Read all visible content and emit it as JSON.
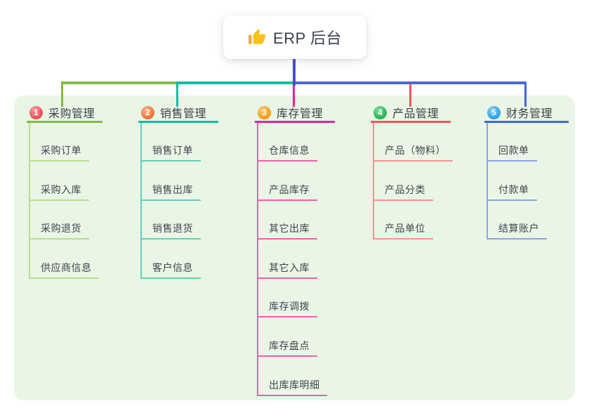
{
  "root": {
    "label": "ERP 后台",
    "icon": "thumbs-up-icon"
  },
  "connector_colors": {
    "root_line": "#4754c9",
    "bus_left": "#82bb47",
    "bus_mid": "#15bca4",
    "bus_right": "#4b69d4"
  },
  "panel_color": "#e9f6e5",
  "branches": [
    {
      "num": "1",
      "label": "采购管理",
      "badge_color": "#f15661",
      "line_color": "#82bb47",
      "child_line_color": "#b9dc92",
      "children": [
        "采购订单",
        "采购入库",
        "采购退货",
        "供应商信息"
      ]
    },
    {
      "num": "2",
      "label": "销售管理",
      "badge_color": "#f4793c",
      "line_color": "#15bca4",
      "child_line_color": "#62cfbb",
      "children": [
        "销售订单",
        "销售出库",
        "销售退货",
        "客户信息"
      ]
    },
    {
      "num": "3",
      "label": "库存管理",
      "badge_color": "#f7a31c",
      "line_color": "#e2268f",
      "child_line_color": "#ee5fa9",
      "children": [
        "仓库信息",
        "产品库存",
        "其它出库",
        "其它入库",
        "库存调拨",
        "库存盘点",
        "出库库明细"
      ]
    },
    {
      "num": "4",
      "label": "产品管理",
      "badge_color": "#2fbd5b",
      "line_color": "#f2555c",
      "child_line_color": "#f79096",
      "children": [
        "产品（物料）",
        "产品分类",
        "产品单位"
      ]
    },
    {
      "num": "5",
      "label": "财务管理",
      "badge_color": "#38a8ea",
      "line_color": "#3f66d5",
      "child_line_color": "#8aa4e6",
      "children": [
        "回款单",
        "付款单",
        "结算账户"
      ]
    }
  ]
}
